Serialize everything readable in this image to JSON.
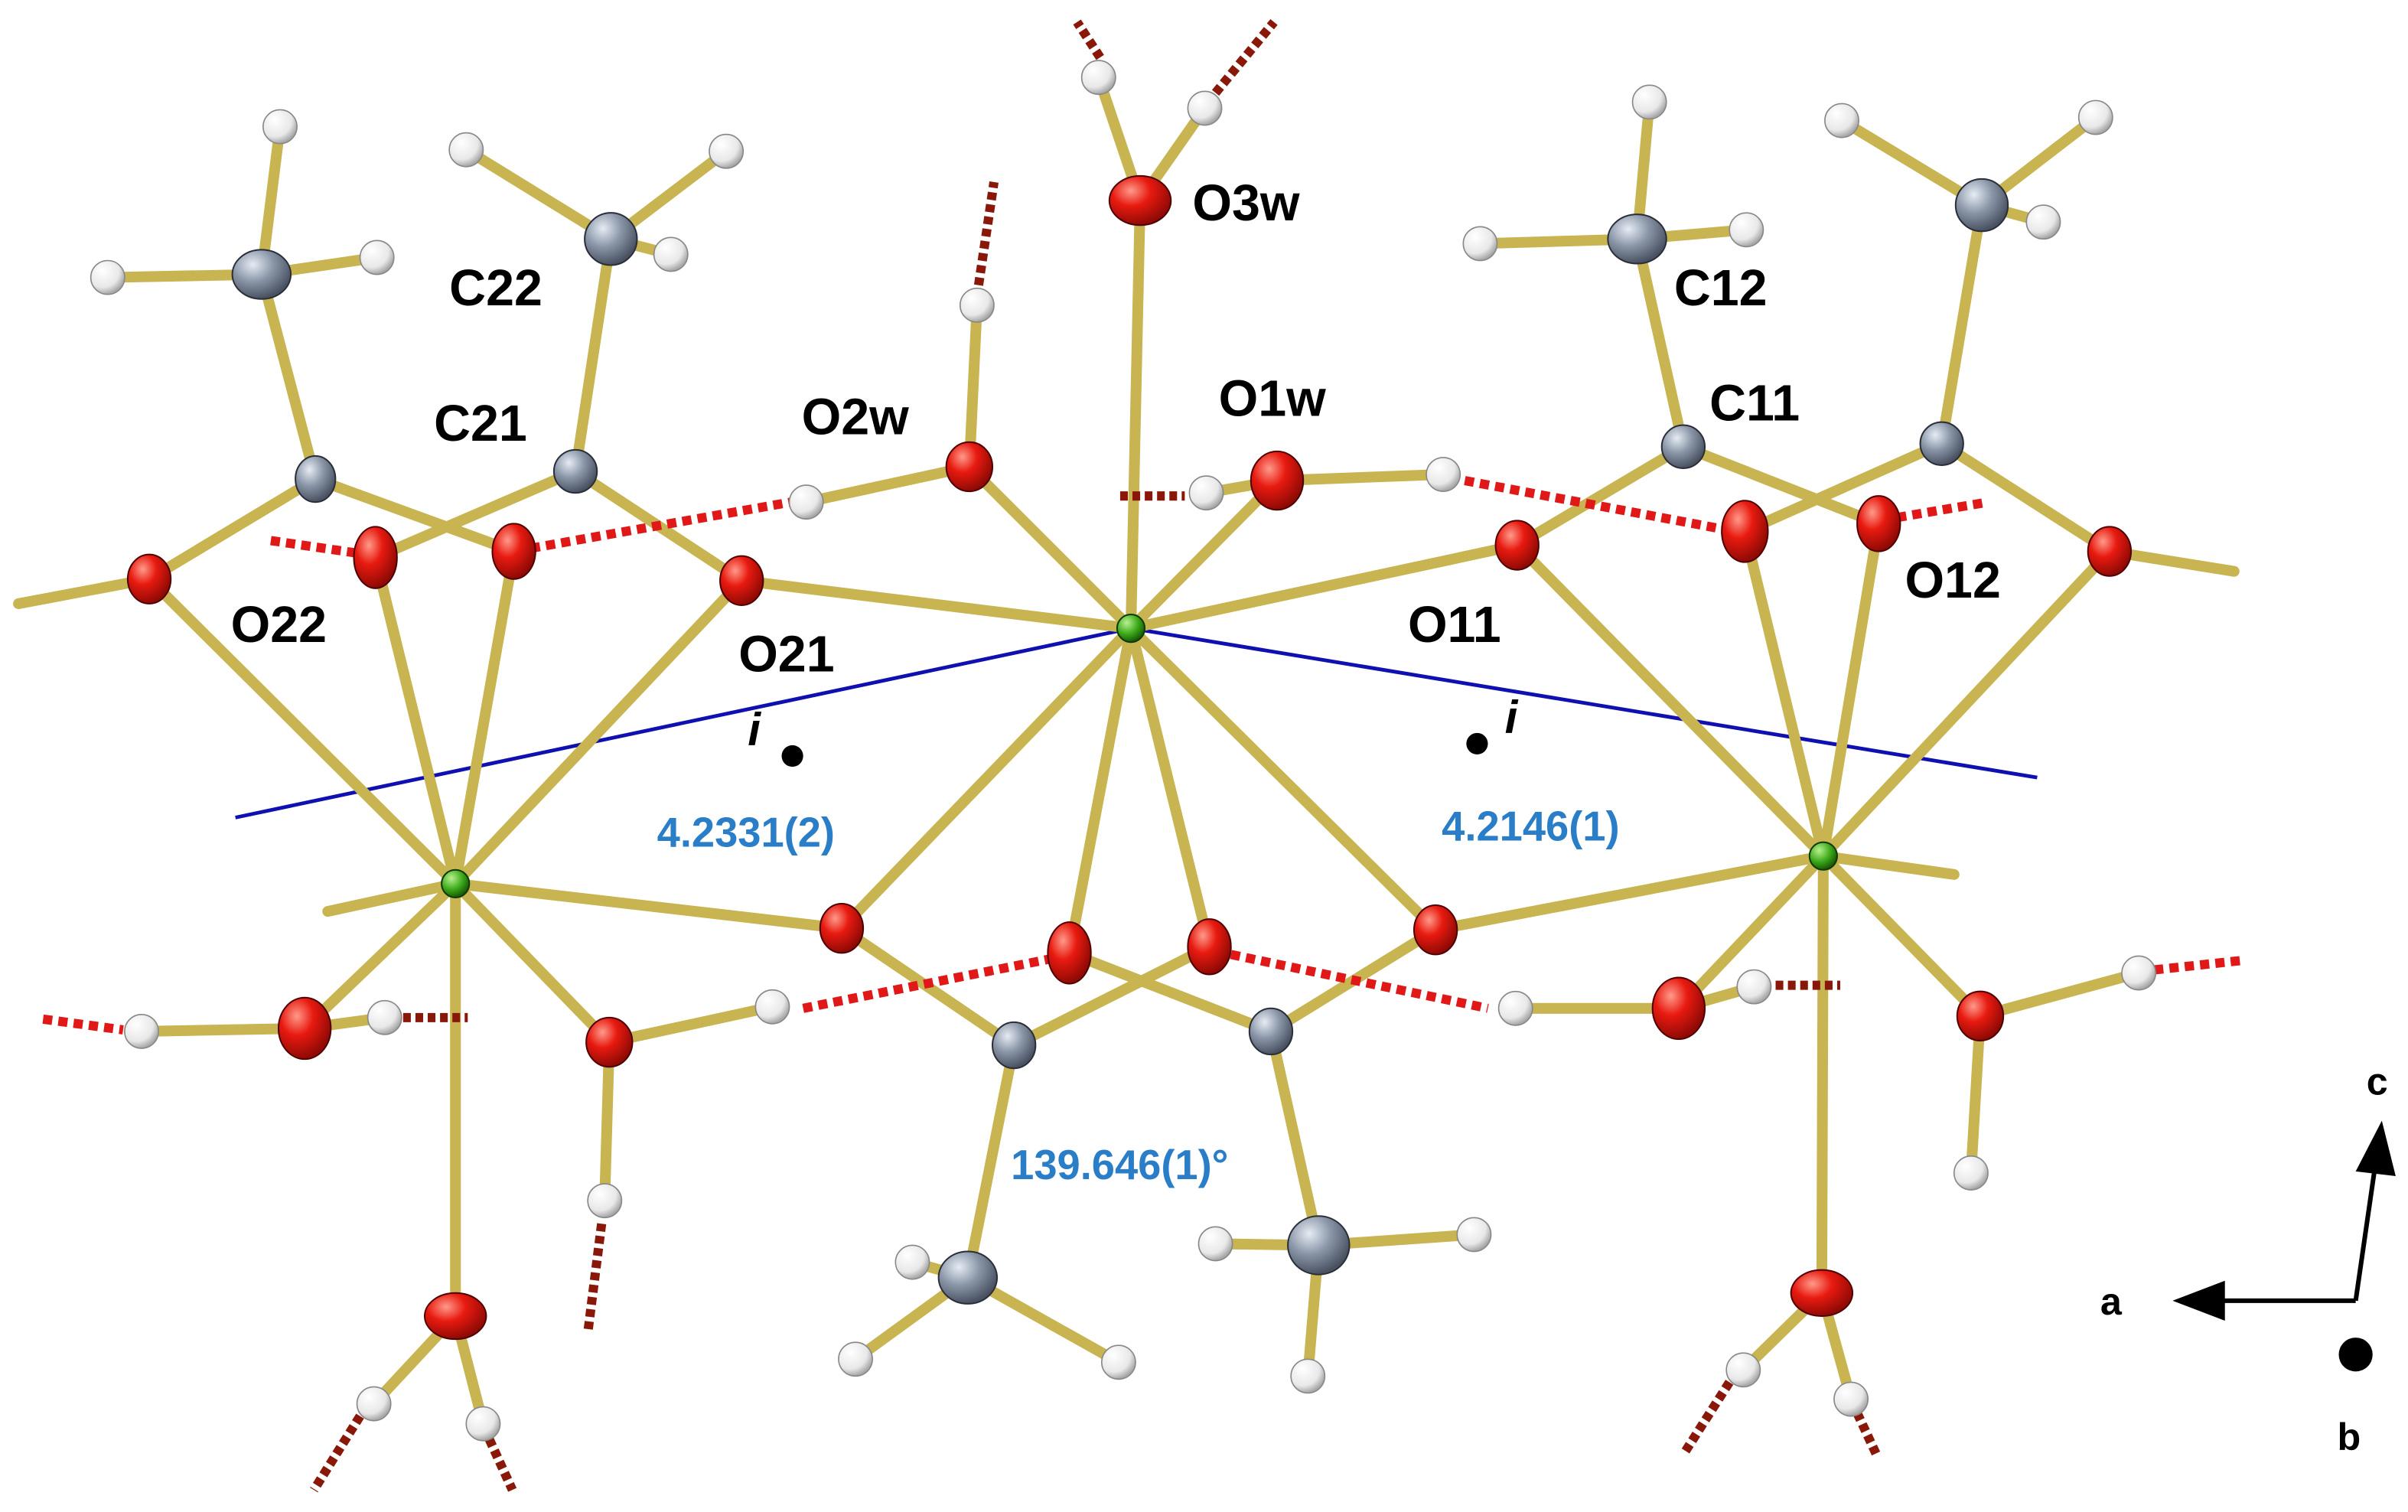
{
  "atom_labels": {
    "o3w": "O3w",
    "c22": "C22",
    "c21": "C21",
    "o2w": "O2w",
    "o1w": "O1w",
    "c12": "C12",
    "c11": "C11",
    "o22": "O22",
    "o21": "O21",
    "o11": "O11",
    "o12": "O12"
  },
  "measurements": {
    "distance_left": "4.2331(2)",
    "distance_right": "4.2146(1)",
    "angle": "139.646(1)°"
  },
  "inversion_center_label": "i",
  "axes": {
    "a": "a",
    "b": "b",
    "c": "c"
  },
  "colors": {
    "bond": "#c8b450",
    "bond_edge": "#7d6e2a",
    "oxygen": "#e81a10",
    "carbon": "#8a96a8",
    "hydrogen": "#f2f2f2",
    "metal": "#3aa818",
    "hbond": "#e01818",
    "hbond_dark": "#8a1808",
    "metal_vector": "#1010b0",
    "measure_text": "#2a7ec8"
  }
}
